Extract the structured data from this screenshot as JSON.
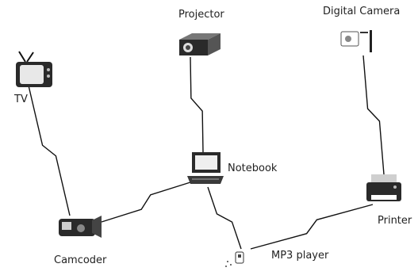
{
  "nodes": {
    "projector": {
      "label": "Projector",
      "icon": "projector-icon"
    },
    "camera": {
      "label": "Digital Camera",
      "icon": "digital-camera-icon"
    },
    "tv": {
      "label": "TV",
      "icon": "tv-icon"
    },
    "notebook": {
      "label": "Notebook",
      "icon": "notebook-icon"
    },
    "camcoder": {
      "label": "Camcoder",
      "icon": "camcorder-icon"
    },
    "printer": {
      "label": "Printer",
      "icon": "printer-icon"
    },
    "mp3": {
      "label": "MP3 player",
      "icon": "mp3-player-icon"
    }
  },
  "links": [
    [
      "tv",
      "camcoder"
    ],
    [
      "projector",
      "notebook"
    ],
    [
      "camera",
      "printer"
    ],
    [
      "notebook",
      "camcoder"
    ],
    [
      "notebook",
      "mp3"
    ],
    [
      "mp3",
      "printer"
    ]
  ],
  "colors": {
    "line": "#111111",
    "device": "#2a2a2a",
    "text": "#222222"
  }
}
